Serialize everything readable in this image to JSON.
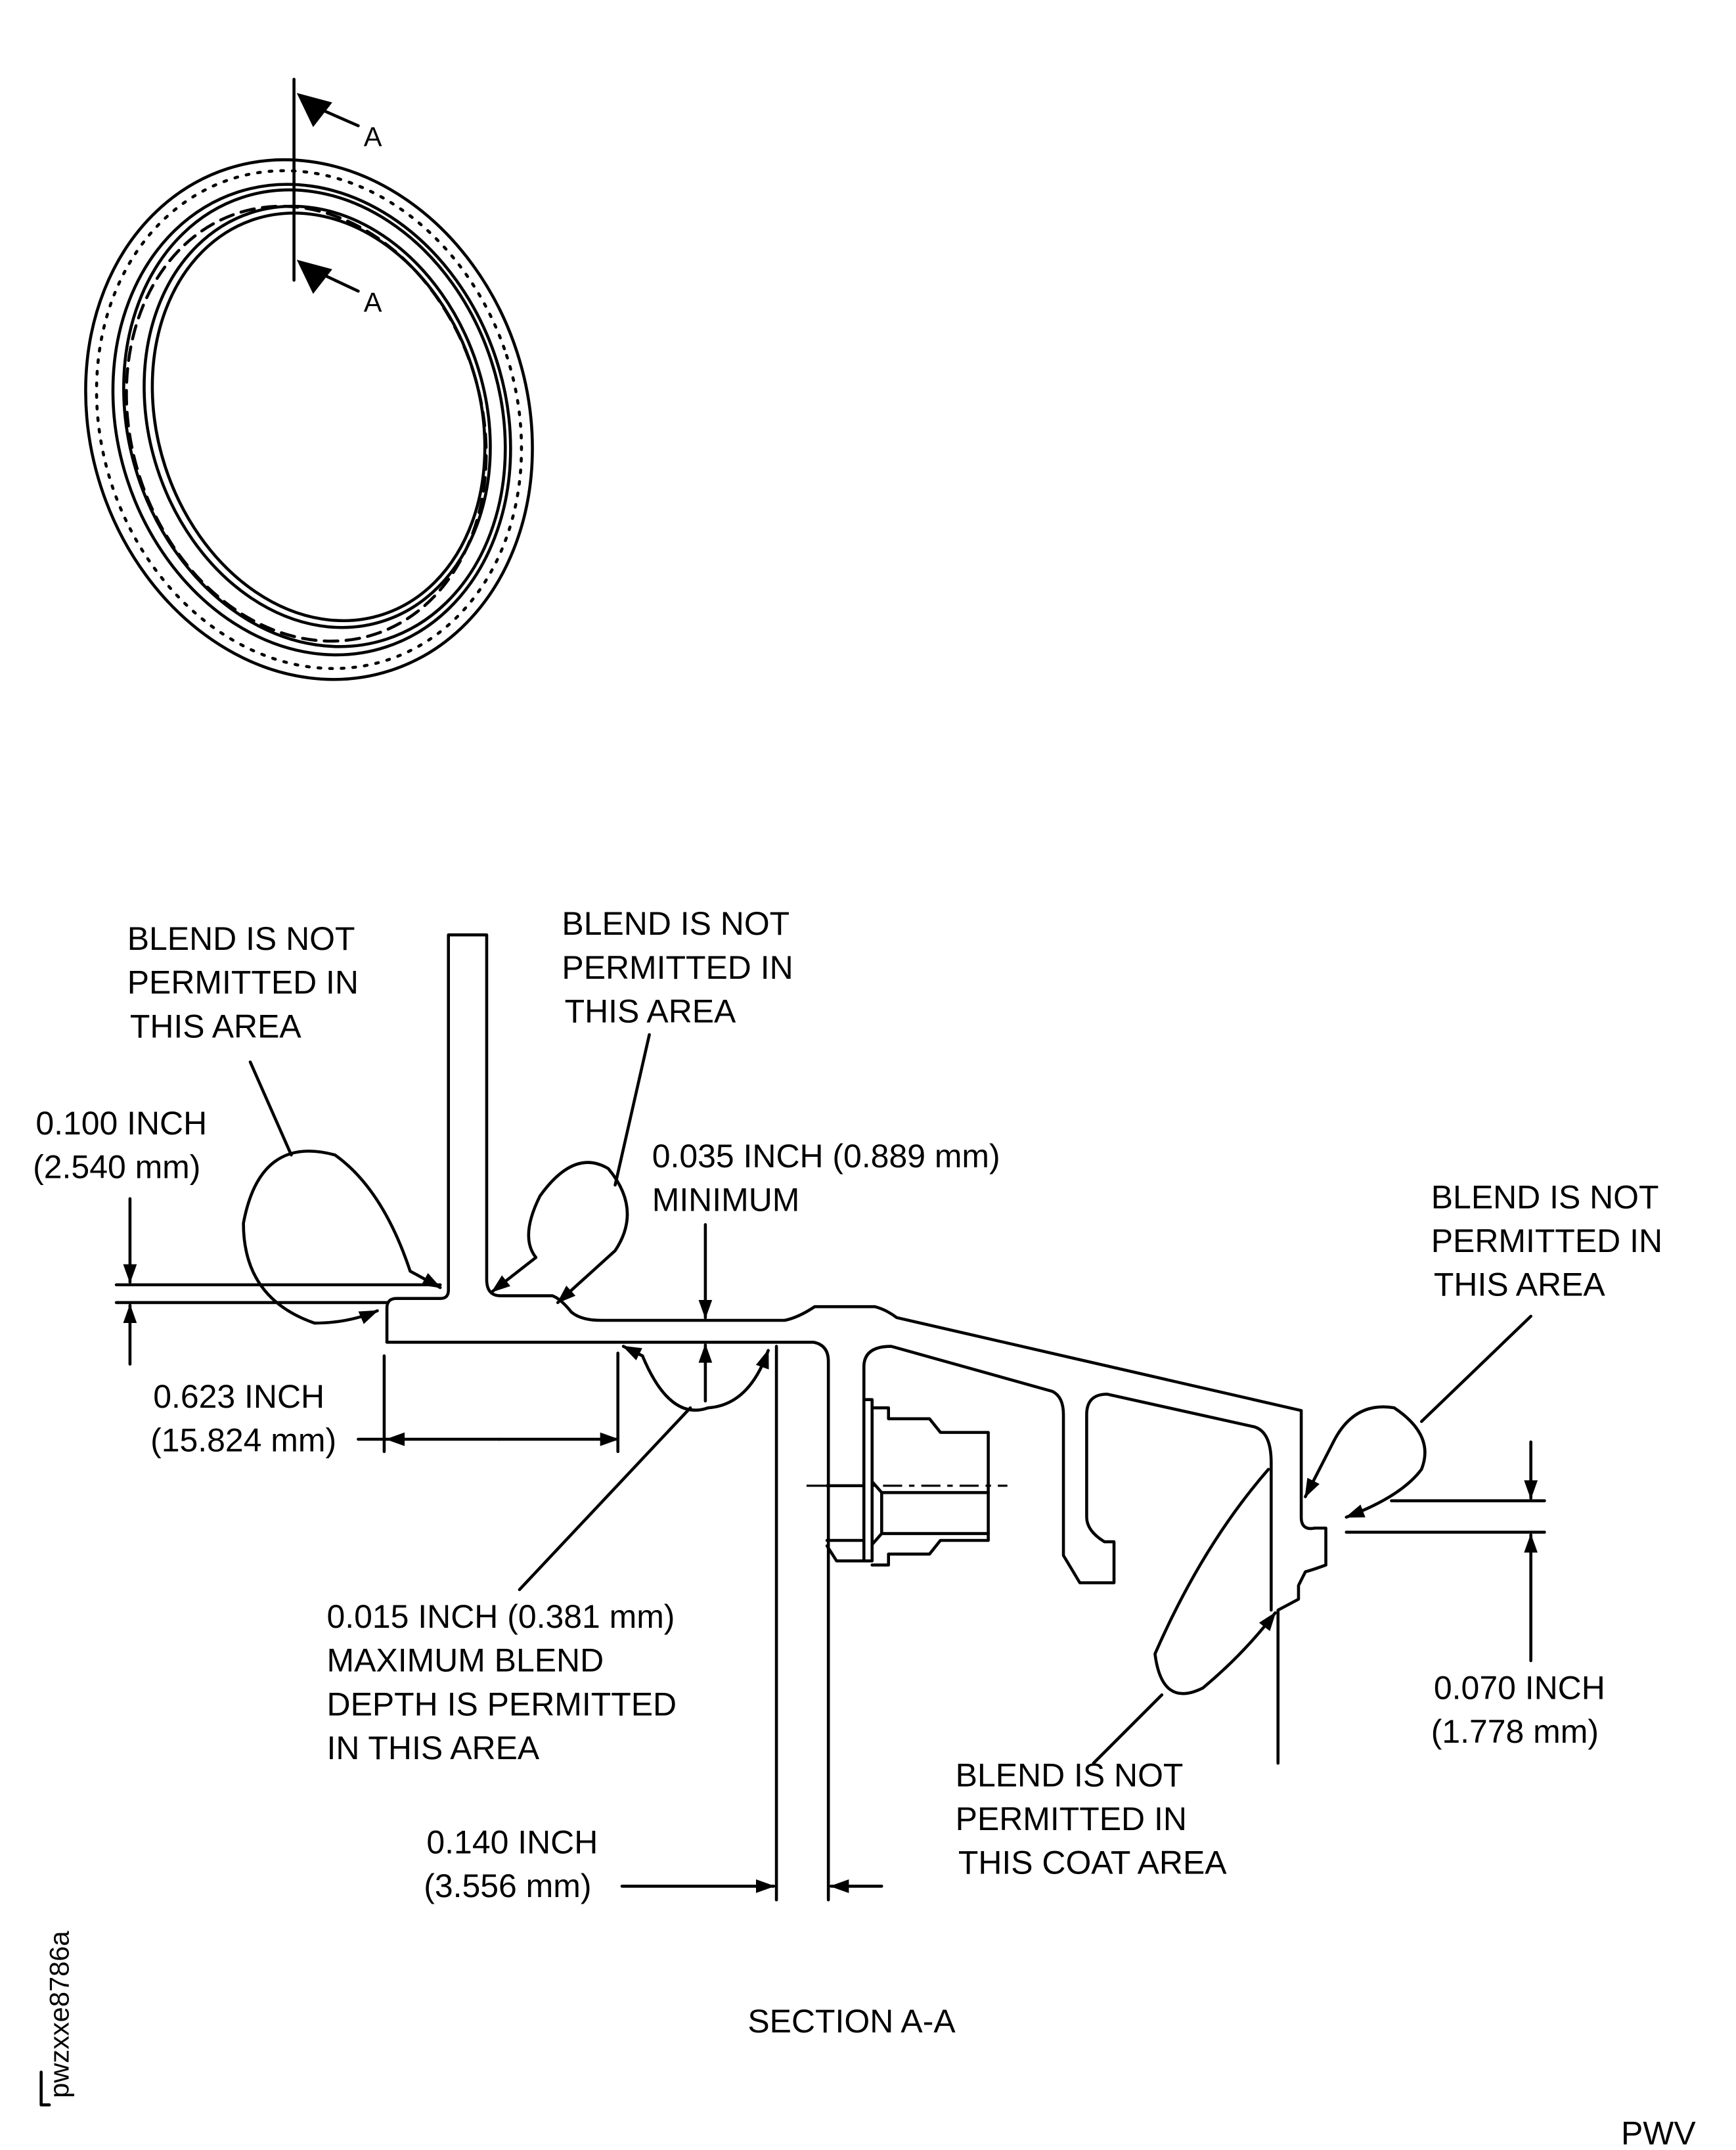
{
  "figure_id": "pwzxxe8786a",
  "publisher_mark": "PWV",
  "section_title": "SECTION A-A",
  "cut_marker_label": "A",
  "colors": {
    "ink": "#000000",
    "paper": "#ffffff"
  },
  "notes": {
    "no_blend_top_left": [
      "BLEND IS NOT",
      "PERMITTED IN",
      "THIS AREA"
    ],
    "no_blend_top_center": [
      "BLEND IS NOT",
      "PERMITTED IN",
      "THIS AREA"
    ],
    "no_blend_right": [
      "BLEND IS NOT",
      "PERMITTED IN",
      "THIS AREA"
    ],
    "no_blend_coat": [
      "BLEND IS NOT",
      "PERMITTED IN",
      "THIS COAT AREA"
    ],
    "max_blend": [
      "0.015 INCH (0.381 mm)",
      "MAXIMUM BLEND",
      "DEPTH IS PERMITTED",
      "IN THIS AREA"
    ]
  },
  "dimensions": {
    "d_0100": [
      "0.100 INCH",
      "(2.540 mm)"
    ],
    "d_0035": [
      "0.035 INCH (0.889 mm)",
      "MINIMUM"
    ],
    "d_0623": [
      "0.623 INCH",
      "(15.824 mm)"
    ],
    "d_0140": [
      "0.140 INCH",
      "(3.556 mm)"
    ],
    "d_0070": [
      "0.070 INCH",
      "(1.778 mm)"
    ]
  }
}
